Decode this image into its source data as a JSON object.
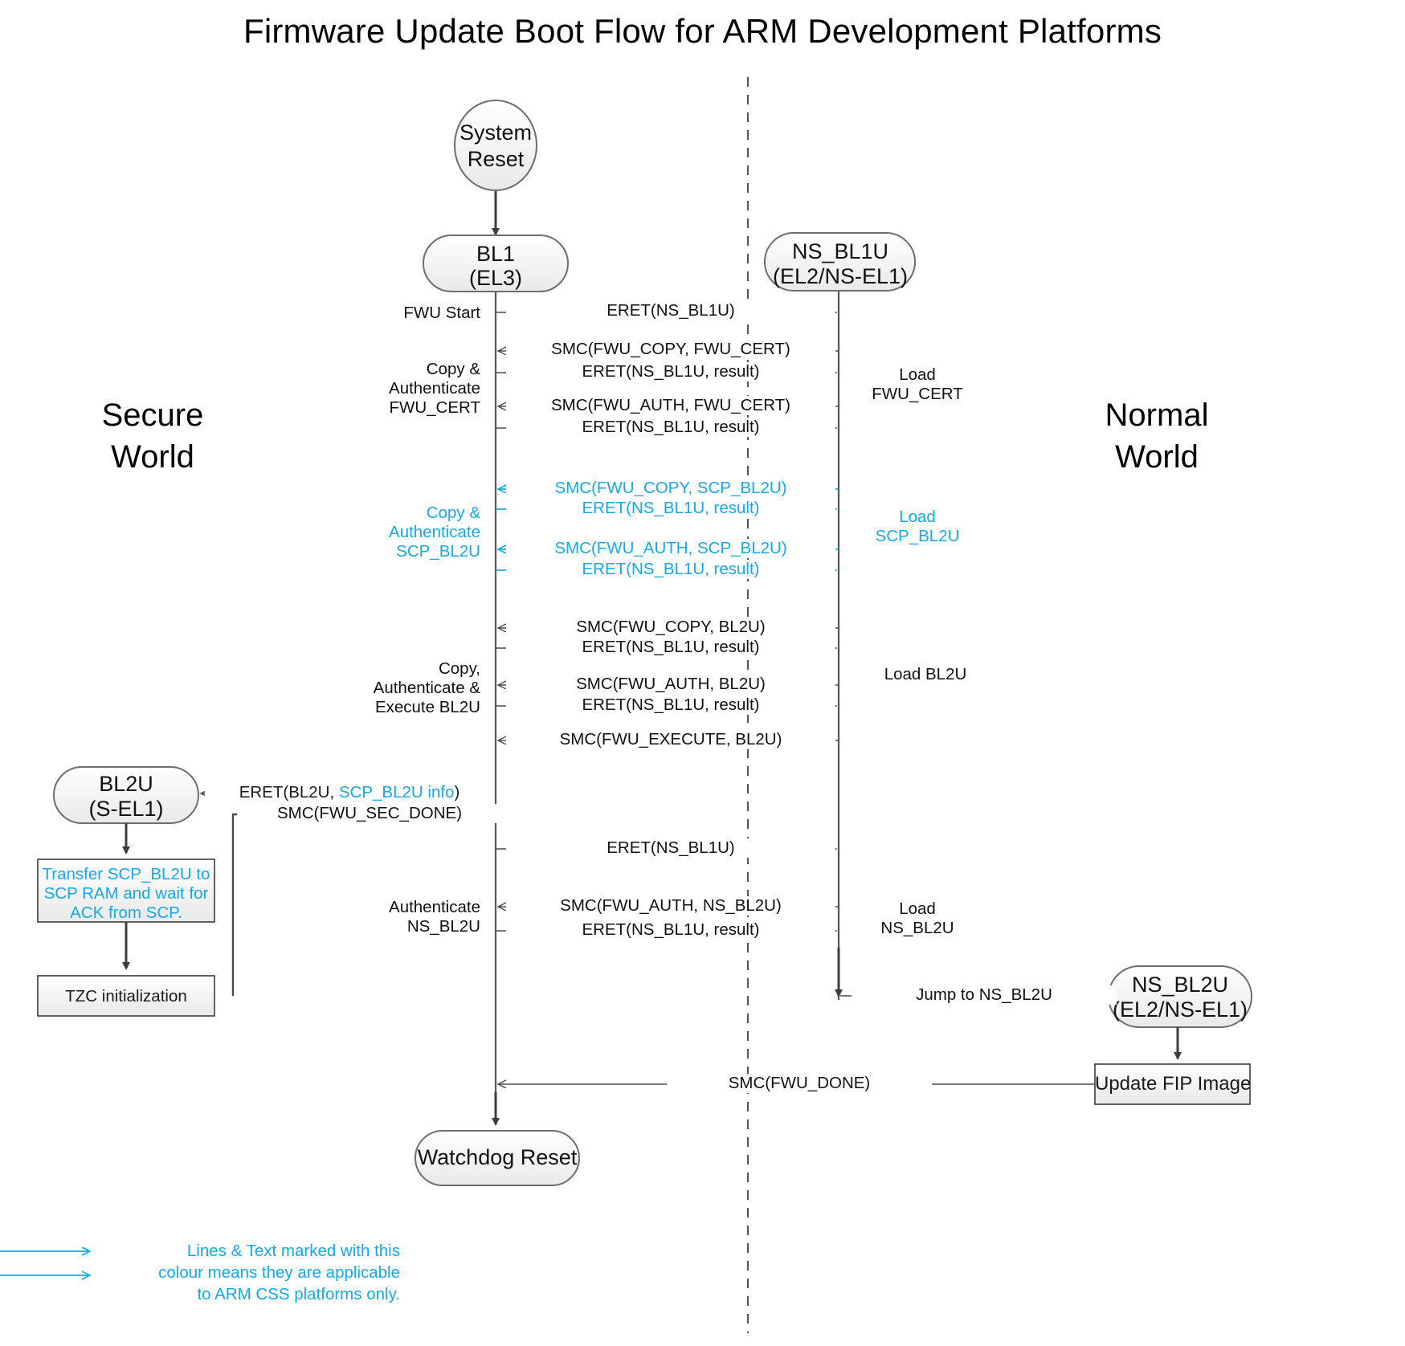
{
  "title": "Firmware Update Boot Flow for ARM Development Platforms",
  "worlds": {
    "secure": "Secure\nWorld",
    "secure_line1": "Secure",
    "secure_line2": "World",
    "normal_line1": "Normal",
    "normal_line2": "World"
  },
  "colors": {
    "cyan": "#17a8e8",
    "line": "#4d4d4d",
    "thin_line": "#3c3c3c",
    "node_fill_top": "#ffffff",
    "node_fill_bottom": "#ededed",
    "node_stroke": "#6e6e6e",
    "text": "#111111"
  },
  "nodes": {
    "system_reset": {
      "line1": "System",
      "line2": "Reset",
      "shape": "ellipse"
    },
    "bl1": {
      "line1": "BL1",
      "line2": "(EL3)",
      "shape": "rounded"
    },
    "ns_bl1u": {
      "line1": "NS_BL1U",
      "line2": "(EL2/NS-EL1)",
      "shape": "rounded"
    },
    "bl2u": {
      "line1": "BL2U",
      "line2": "(S-EL1)",
      "shape": "rounded"
    },
    "ns_bl2u": {
      "line1": "NS_BL2U",
      "line2": "(EL2/NS-EL1)",
      "shape": "rounded"
    },
    "watchdog_reset": {
      "line1": "Watchdog Reset",
      "shape": "rounded"
    },
    "transfer_scp": {
      "line1": "Transfer SCP_BL2U to",
      "line2": "SCP RAM and wait for",
      "line3": "ACK from SCP.",
      "shape": "rect",
      "color": "cyan"
    },
    "tzc_init": {
      "line1": "TZC initialization",
      "shape": "rect"
    },
    "update_fip": {
      "line1": "Update FIP Image",
      "shape": "rect"
    }
  },
  "messages": [
    {
      "id": "m1",
      "label": "ERET(NS_BL1U)",
      "dir": "right",
      "color": "black"
    },
    {
      "id": "m2",
      "label": "SMC(FWU_COPY, FWU_CERT)",
      "dir": "left",
      "color": "black"
    },
    {
      "id": "m3",
      "label": "ERET(NS_BL1U, result)",
      "dir": "right",
      "color": "black"
    },
    {
      "id": "m4",
      "label": "SMC(FWU_AUTH, FWU_CERT)",
      "dir": "left",
      "color": "black"
    },
    {
      "id": "m5",
      "label": "ERET(NS_BL1U, result)",
      "dir": "right",
      "color": "black"
    },
    {
      "id": "m6",
      "label": "SMC(FWU_COPY, SCP_BL2U)",
      "dir": "left",
      "color": "cyan"
    },
    {
      "id": "m7",
      "label": "ERET(NS_BL1U, result)",
      "dir": "right",
      "color": "cyan"
    },
    {
      "id": "m8",
      "label": "SMC(FWU_AUTH, SCP_BL2U)",
      "dir": "left",
      "color": "cyan"
    },
    {
      "id": "m9",
      "label": "ERET(NS_BL1U, result)",
      "dir": "right",
      "color": "cyan"
    },
    {
      "id": "m10",
      "label": "SMC(FWU_COPY, BL2U)",
      "dir": "left",
      "color": "black"
    },
    {
      "id": "m11",
      "label": "ERET(NS_BL1U, result)",
      "dir": "right",
      "color": "black"
    },
    {
      "id": "m12",
      "label": "SMC(FWU_AUTH, BL2U)",
      "dir": "left",
      "color": "black"
    },
    {
      "id": "m13",
      "label": "ERET(NS_BL1U, result)",
      "dir": "right",
      "color": "black"
    },
    {
      "id": "m14",
      "label": "SMC(FWU_EXECUTE, BL2U)",
      "dir": "left",
      "color": "black"
    },
    {
      "id": "m15",
      "label_a": "ERET(BL2U, ",
      "label_b": "SCP_BL2U info",
      "label_c": ")",
      "dir": "left",
      "color": "mixed"
    },
    {
      "id": "m16",
      "label": "SMC(FWU_SEC_DONE)",
      "dir": "right",
      "color": "black"
    },
    {
      "id": "m17",
      "label": "ERET(NS_BL1U)",
      "dir": "right",
      "color": "black"
    },
    {
      "id": "m18",
      "label": "SMC(FWU_AUTH, NS_BL2U)",
      "dir": "left",
      "color": "black"
    },
    {
      "id": "m19",
      "label": "ERET(NS_BL1U, result)",
      "dir": "right",
      "color": "black"
    },
    {
      "id": "m20",
      "label": "Jump to NS_BL2U",
      "dir": "right",
      "color": "black"
    },
    {
      "id": "m21",
      "label": "SMC(FWU_DONE)",
      "dir": "left",
      "color": "black"
    }
  ],
  "left_annotations": [
    {
      "id": "a1",
      "lines": [
        "FWU Start"
      ],
      "color": "black"
    },
    {
      "id": "a2",
      "lines": [
        "Copy &",
        "Authenticate",
        "FWU_CERT"
      ],
      "color": "black"
    },
    {
      "id": "a3",
      "lines": [
        "Copy &",
        "Authenticate",
        "SCP_BL2U"
      ],
      "color": "cyan"
    },
    {
      "id": "a4",
      "lines": [
        "Copy,",
        "Authenticate &",
        "Execute BL2U"
      ],
      "color": "black"
    },
    {
      "id": "a5",
      "lines": [
        "Authenticate",
        "NS_BL2U"
      ],
      "color": "black"
    }
  ],
  "right_annotations": [
    {
      "id": "b1",
      "lines": [
        "Load",
        "FWU_CERT"
      ],
      "color": "black"
    },
    {
      "id": "b2",
      "lines": [
        "Load",
        "SCP_BL2U"
      ],
      "color": "cyan"
    },
    {
      "id": "b3",
      "lines": [
        "Load BL2U"
      ],
      "color": "black"
    },
    {
      "id": "b4",
      "lines": [
        "Load",
        "NS_BL2U"
      ],
      "color": "black"
    }
  ],
  "legend": {
    "line1": "Lines & Text marked with this",
    "line2": "colour means they are applicable",
    "line3": "to ARM CSS platforms only."
  }
}
